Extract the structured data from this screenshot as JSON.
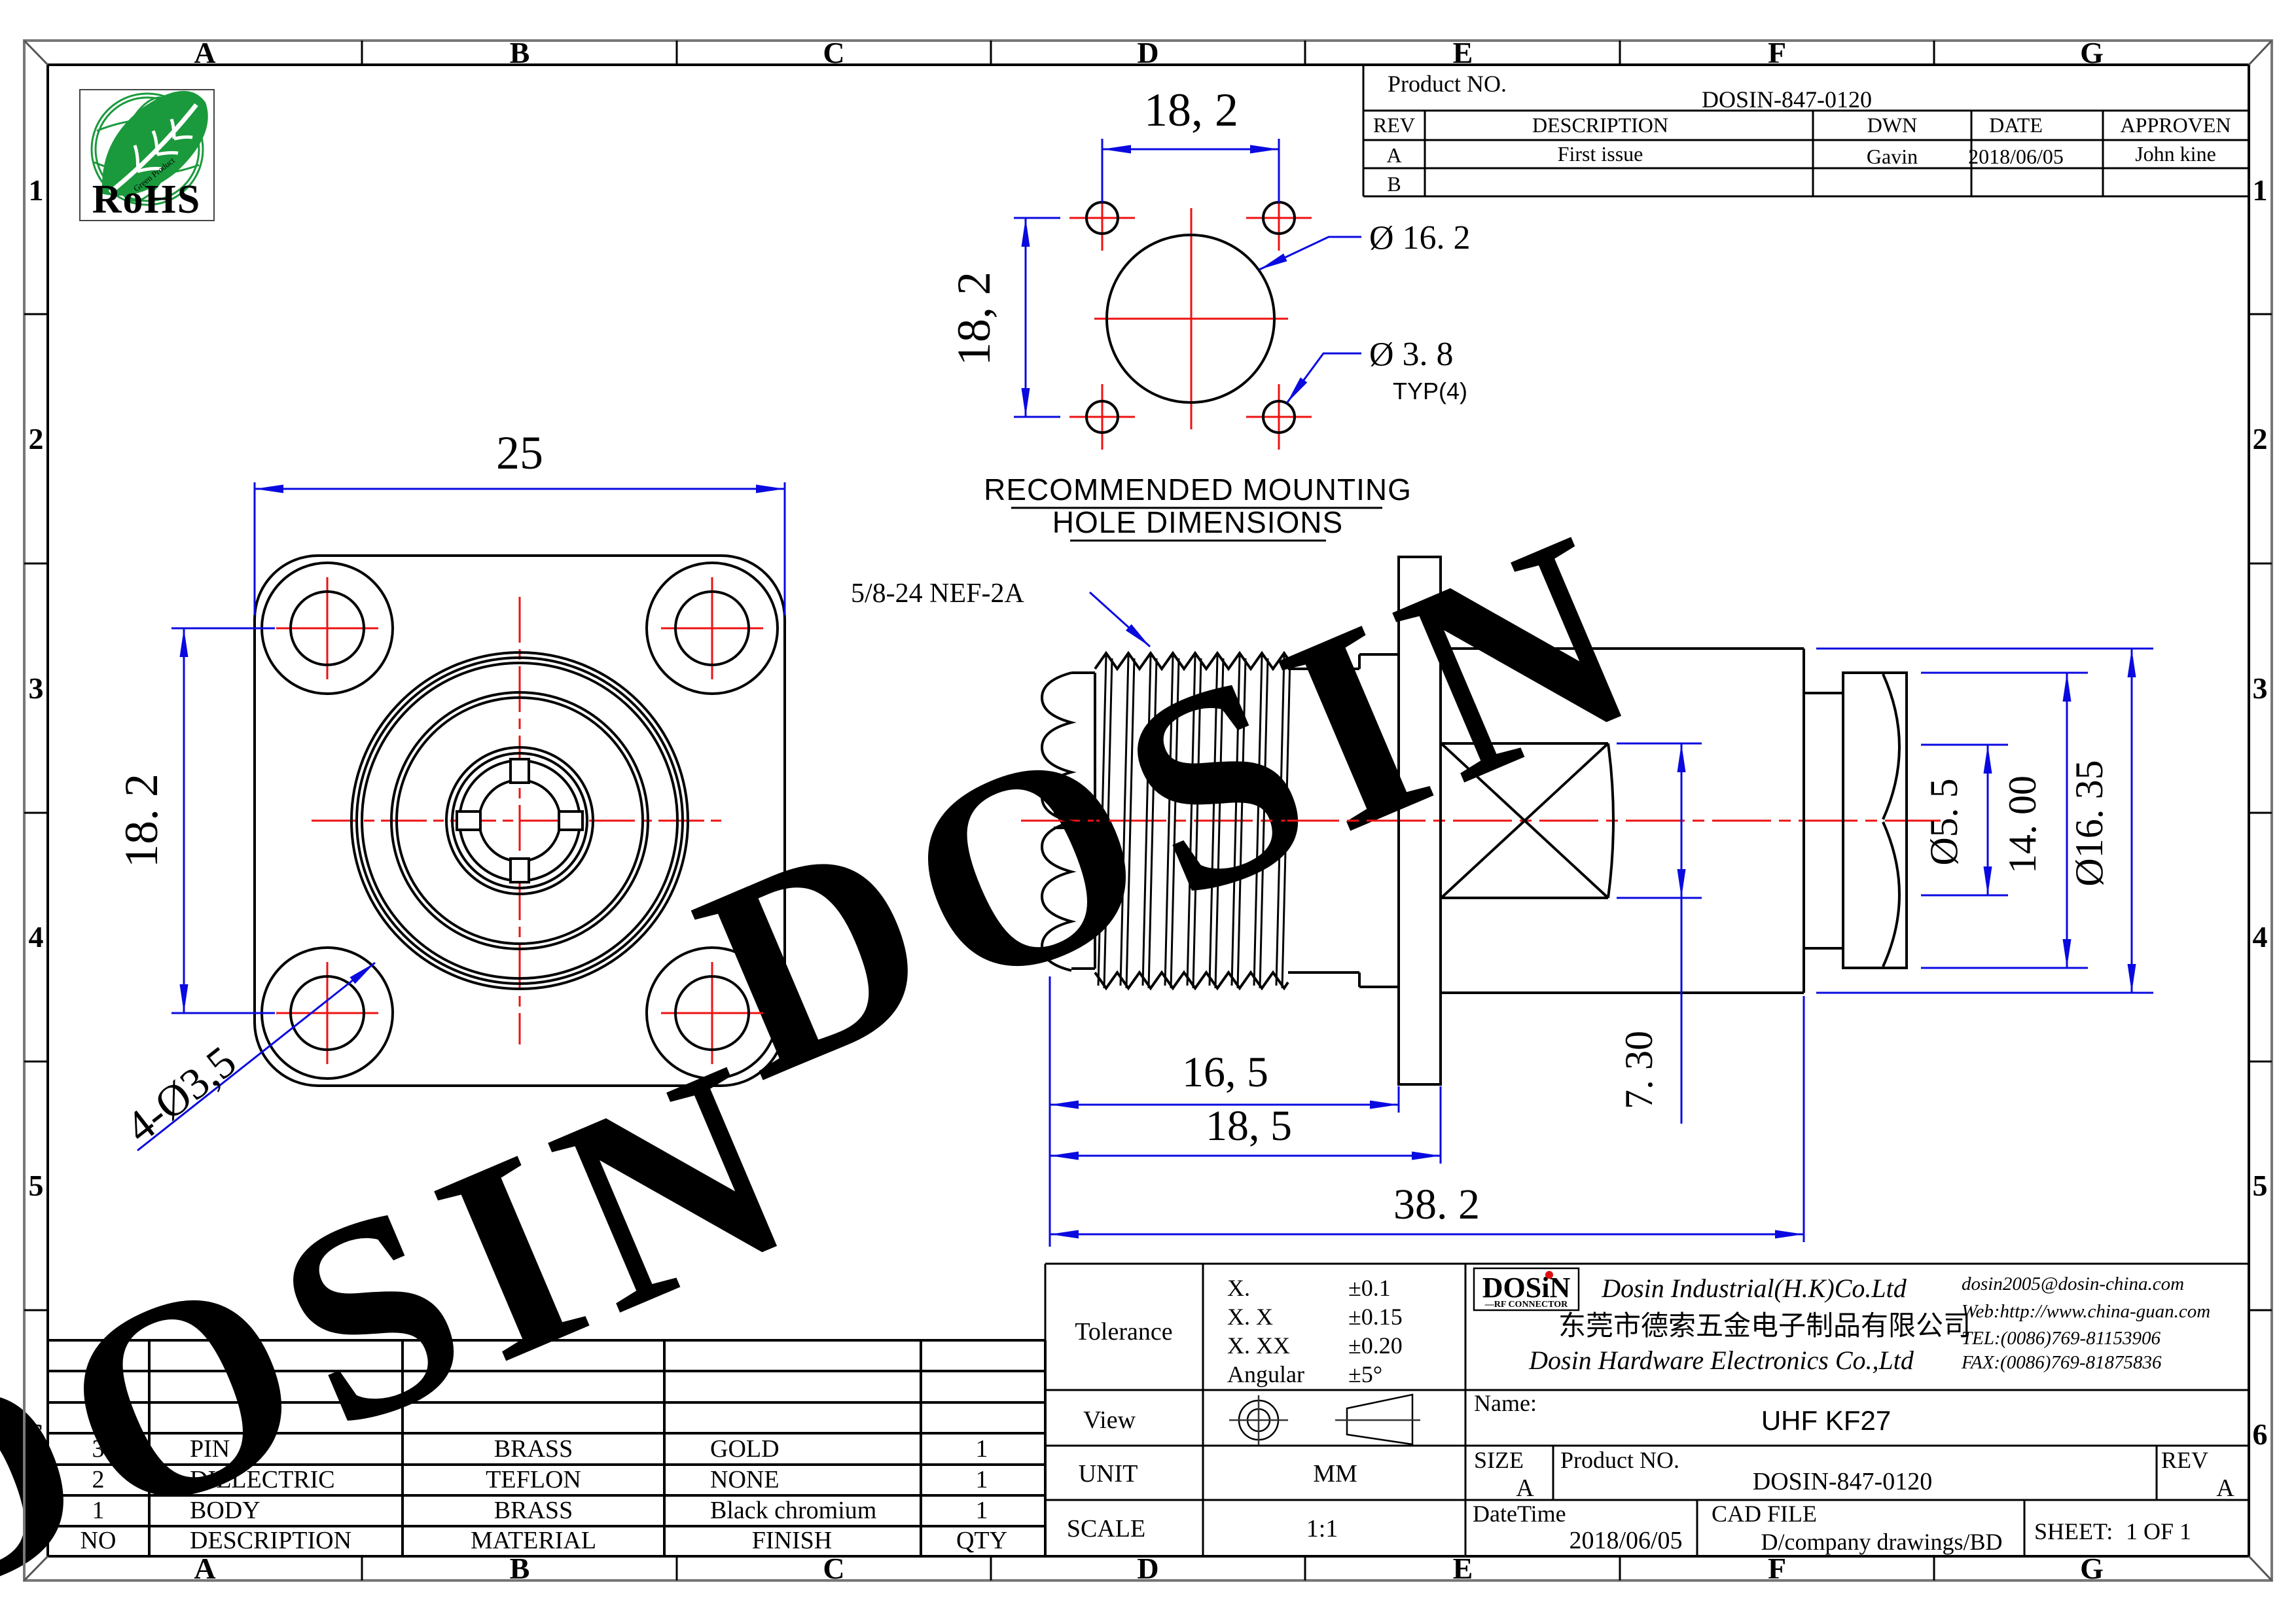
{
  "grid": {
    "cols": [
      "A",
      "B",
      "C",
      "D",
      "E",
      "F",
      "G"
    ],
    "rows": [
      "1",
      "2",
      "3",
      "4",
      "5",
      "6"
    ]
  },
  "rev_table": {
    "product_label": "Product NO.",
    "product_no": "DOSIN-847-0120",
    "h_rev": "REV",
    "h_desc": "DESCRIPTION",
    "h_dwn": "DWN",
    "h_date": "DATE",
    "h_appr": "APPROVEN",
    "a_rev": "A",
    "a_desc": "First issue",
    "a_dwn": "Gavin",
    "a_date": "2018/06/05",
    "a_appr": "John kine",
    "b_rev": "B"
  },
  "mounting": {
    "dim_w": "18, 2",
    "dim_h": "18, 2",
    "callout_big": "Ø 16. 2",
    "callout_small": "Ø 3. 8",
    "typ": "TYP(4)",
    "title1": "RECOMMENDED  MOUNTING",
    "title2": "HOLE  DIMENSIONS"
  },
  "flange_view": {
    "dim_w": "25",
    "dim_h": "18. 2",
    "holes_callout": "4-Ø3,5"
  },
  "side_view": {
    "thread_callout": "5/8-24 NEF-2A",
    "dim_165": "16, 5",
    "dim_185": "18, 5",
    "dim_382": "38. 2",
    "dim_730": "7. 30"
  },
  "end_view": {
    "dim_55": "Ø5. 5",
    "dim_1400": "14. 00",
    "dim_1635": "Ø16. 35"
  },
  "bom": {
    "headers": {
      "no": "NO",
      "description": "DESCRIPTION",
      "material": "MATERIAL",
      "finish": "FINISH",
      "qty": "QTY"
    },
    "rows": [
      {
        "no": "3",
        "description": "PIN",
        "material": "BRASS",
        "finish": "GOLD",
        "qty": "1"
      },
      {
        "no": "2",
        "description": "DIELECTRIC",
        "material": "TEFLON",
        "finish": "NONE",
        "qty": "1"
      },
      {
        "no": "1",
        "description": "BODY",
        "material": "BRASS",
        "finish": "Black  chromium",
        "qty": "1"
      }
    ]
  },
  "title_block": {
    "tolerance_label": "Tolerance",
    "tol": [
      {
        "k": "X.",
        "v": "±0.1"
      },
      {
        "k": "X. X",
        "v": "±0.15"
      },
      {
        "k": "X. XX",
        "v": "±0.20"
      },
      {
        "k": "Angular",
        "v": "±5°"
      }
    ],
    "view_label": "View",
    "unit_label": "UNIT",
    "unit_value": "MM",
    "scale_label": "SCALE",
    "scale_value": "1:1",
    "name_label": "Name:",
    "name_value": "UHF  KF27",
    "size_label": "SIZE",
    "size_value": "A",
    "product_label": "Product NO.",
    "product_value": "DOSIN-847-0120",
    "rev_label": "REV",
    "rev_value": "A",
    "datetime_label": "DateTime",
    "datetime_value": "2018/06/05",
    "cadfile_label": "CAD FILE",
    "cadfile_value": "D/company drawings/BD",
    "sheet_label": "SHEET:",
    "sheet_value": "1  OF  1",
    "company_en1": "Dosin Industrial(H.K)Co.Ltd",
    "company_cn": "东莞市德索五金电子制品有限公司",
    "company_en2": "Dosin Hardware Electronics  Co.,Ltd",
    "email": "dosin2005@dosin-china.com",
    "web": "Web:http://www.china-guan.com",
    "tel": "TEL:(0086)769-81153906",
    "fax": "FAX:(0086)769-81875836",
    "logo_text": "DOSiN",
    "logo_sub": "—RF CONNECTOR"
  },
  "rohs": {
    "text": "RoHS",
    "leaf_caption": "Green Product"
  },
  "watermark": {
    "text": "DOSIN"
  },
  "colors": {
    "blue": "#0a0ae0",
    "red": "#ee1111",
    "green": "#1a9a3c",
    "magenta": "#dd44dd",
    "navy": "#1a1ab0",
    "watermark": "#f8e3e3"
  }
}
